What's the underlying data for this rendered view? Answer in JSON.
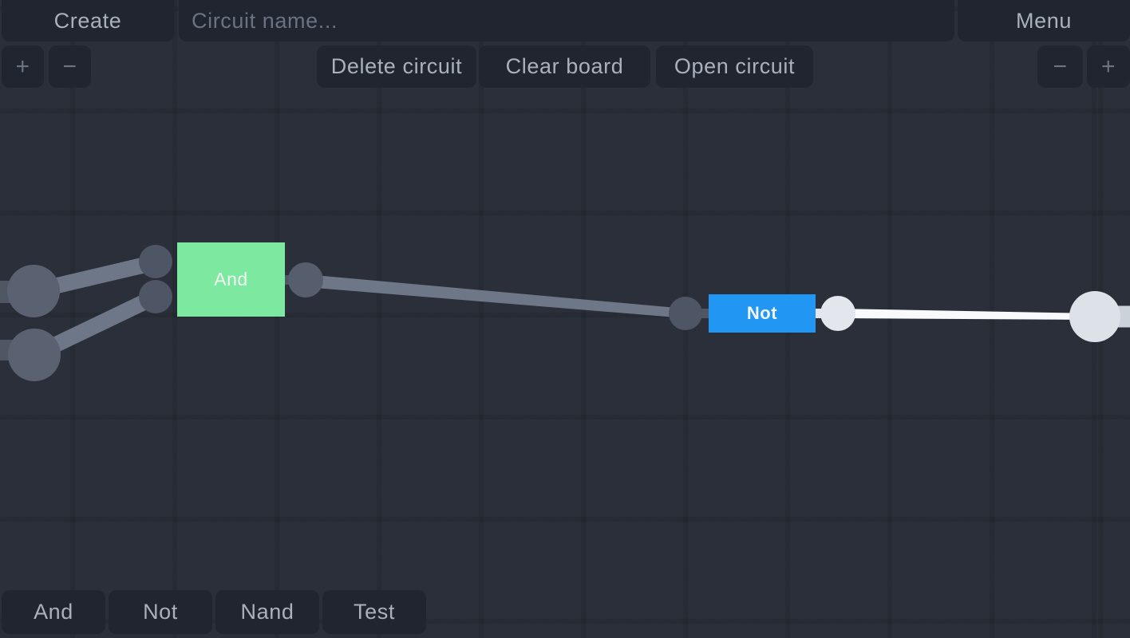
{
  "topbar": {
    "create": "Create",
    "circuit_name_placeholder": "Circuit name...",
    "menu": "Menu"
  },
  "toolbar": {
    "zoom_in": "+",
    "zoom_out": "−",
    "delete_circuit": "Delete circuit",
    "clear_board": "Clear board",
    "open_circuit": "Open circuit"
  },
  "palette": {
    "items": [
      {
        "label": "And"
      },
      {
        "label": "Not"
      },
      {
        "label": "Nand"
      },
      {
        "label": "Test"
      }
    ]
  },
  "canvas": {
    "gates": [
      {
        "id": "and-gate",
        "label": "And",
        "state": "inactive-output",
        "color": "#7de9a0"
      },
      {
        "id": "not-gate",
        "label": "Not",
        "state": "active-output",
        "color": "#2196f3"
      }
    ],
    "colors": {
      "background": "#2a2f39",
      "grid_line": "#262b34",
      "gate_and": "#7de9a0",
      "gate_not": "#2196f3",
      "wire_inactive": "#6e7787",
      "wire_active": "#f8fafc",
      "wire_stub": "#4f5765",
      "node_dark": "#4e5665",
      "node_mid": "#565e6d",
      "node_big": "#5a6272",
      "node_active": "#e3e7ed",
      "lamp": "#dde2e9",
      "lamp_stub": "#ccd2d9"
    }
  }
}
